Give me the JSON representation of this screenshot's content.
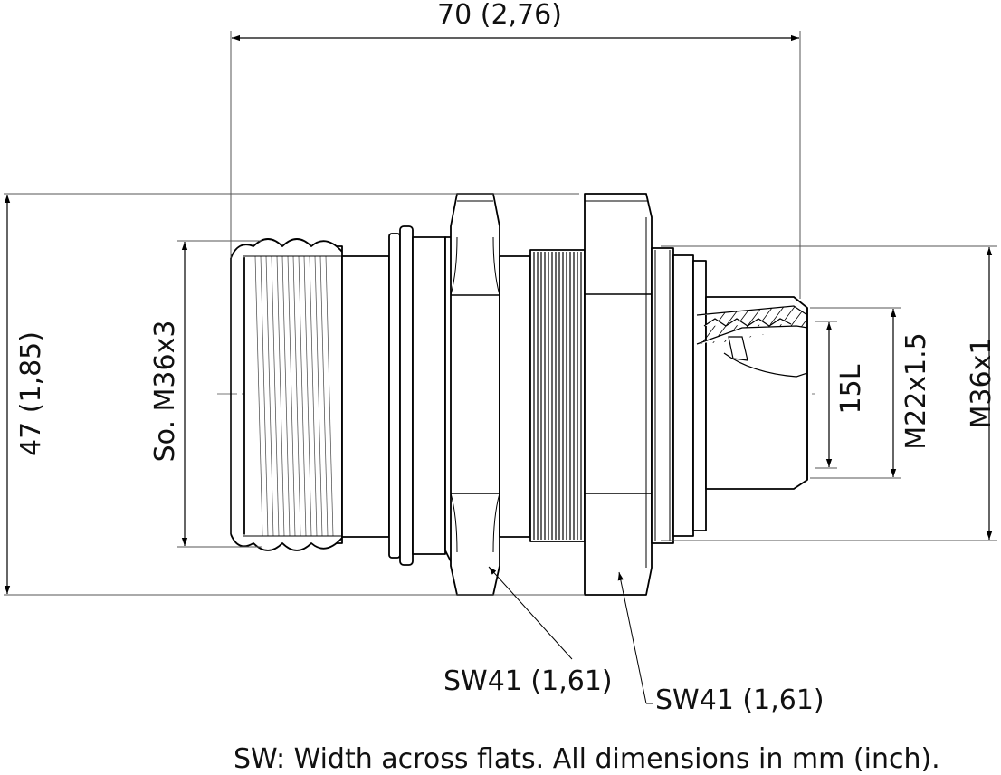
{
  "dimensions": {
    "overall_length": "70 (2,76)",
    "overall_height": "47 (1,85)",
    "socket_thread": "So. M36x3",
    "tube_size": "15L",
    "fitting_thread": "M22x1.5",
    "body_thread": "M36x1"
  },
  "callouts": {
    "nut_left": "SW41 (1,61)",
    "nut_right": "SW41 (1,61)"
  },
  "footnote": "SW: Width across flats. All dimensions in mm (inch).",
  "colors": {
    "line": "#000000",
    "text": "#111111",
    "background": "#ffffff"
  }
}
